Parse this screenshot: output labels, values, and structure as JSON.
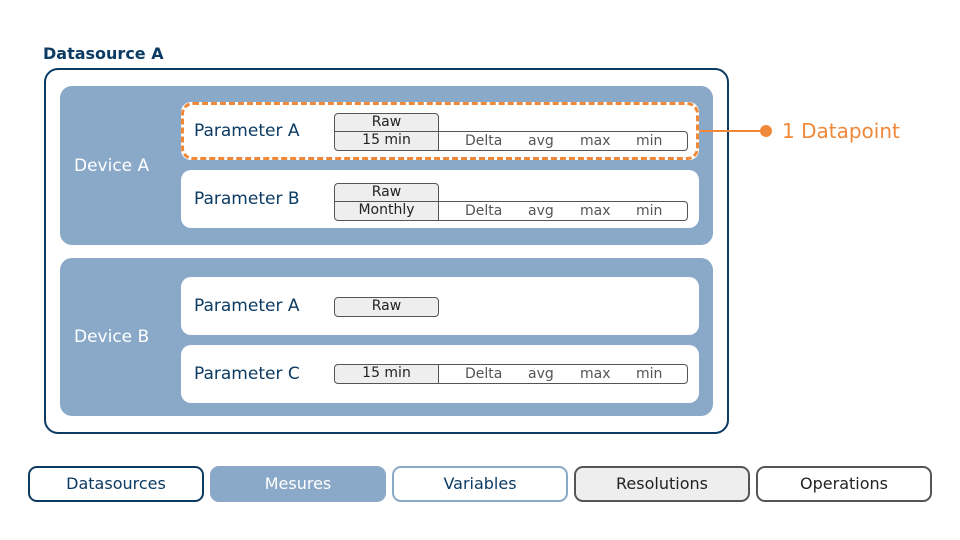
{
  "datasource": {
    "title": "Datasource A"
  },
  "devices": [
    {
      "label": "Device A",
      "parameters": [
        {
          "label": "Parameter A",
          "resolutions": [
            "Raw",
            "15 min"
          ],
          "operations": [
            "Delta",
            "avg",
            "max",
            "min"
          ]
        },
        {
          "label": "Parameter B",
          "resolutions": [
            "Raw",
            "Monthly"
          ],
          "operations": [
            "Delta",
            "avg",
            "max",
            "min"
          ]
        }
      ]
    },
    {
      "label": "Device B",
      "parameters": [
        {
          "label": "Parameter A",
          "resolutions": [
            "Raw"
          ],
          "operations": []
        },
        {
          "label": "Parameter C",
          "resolutions": [
            "15 min"
          ],
          "operations": [
            "Delta",
            "avg",
            "max",
            "min"
          ]
        }
      ]
    }
  ],
  "callout": {
    "label": "1 Datapoint",
    "color": "#f0883a"
  },
  "legend": [
    "Datasources",
    "Mesures",
    "Variables",
    "Resolutions",
    "Operations"
  ],
  "colors": {
    "datasource_border": "#0c3b63",
    "device_fill": "#8aa9c8",
    "resolution_fill": "#eeeeee",
    "highlight": "#f0883a"
  }
}
